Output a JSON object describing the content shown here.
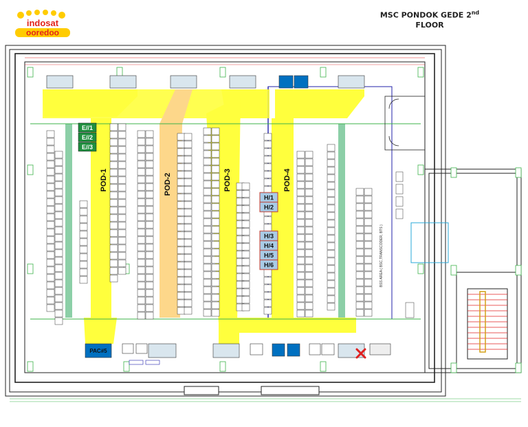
{
  "logo": {
    "line1": "indosat",
    "line2": "ooredoo",
    "colors": {
      "red": "#e2231a",
      "yellow": "#ffcc00"
    }
  },
  "title": {
    "line1_main": "MSC PONDOK GEDE 2",
    "line1_sup": "nd",
    "line2": "FLOOR"
  },
  "pods": [
    "POD-1",
    "POD-2",
    "POD-3",
    "POD-4"
  ],
  "e_racks": [
    "E//1",
    "E//2",
    "E//3"
  ],
  "h_racks": [
    "H/1",
    "H/2",
    "H/3",
    "H/4",
    "H/5",
    "H/6"
  ],
  "pac5": "PAC#5",
  "bss_area": "BSS AREA ( BSC,TRANSCODER, BTS )",
  "colors": {
    "corridor_yellow": "#ffff33",
    "corridor_orange": "#fdd78a",
    "green_strip": "#8ccfa7",
    "e_rack": "#1f8f3f",
    "h_rack": "#a9cbe6",
    "pac_blue": "#0070c0",
    "wall": "#222222",
    "blue_line": "#2222aa",
    "green_line": "#3cb34a",
    "mark_red": "#e02020"
  }
}
